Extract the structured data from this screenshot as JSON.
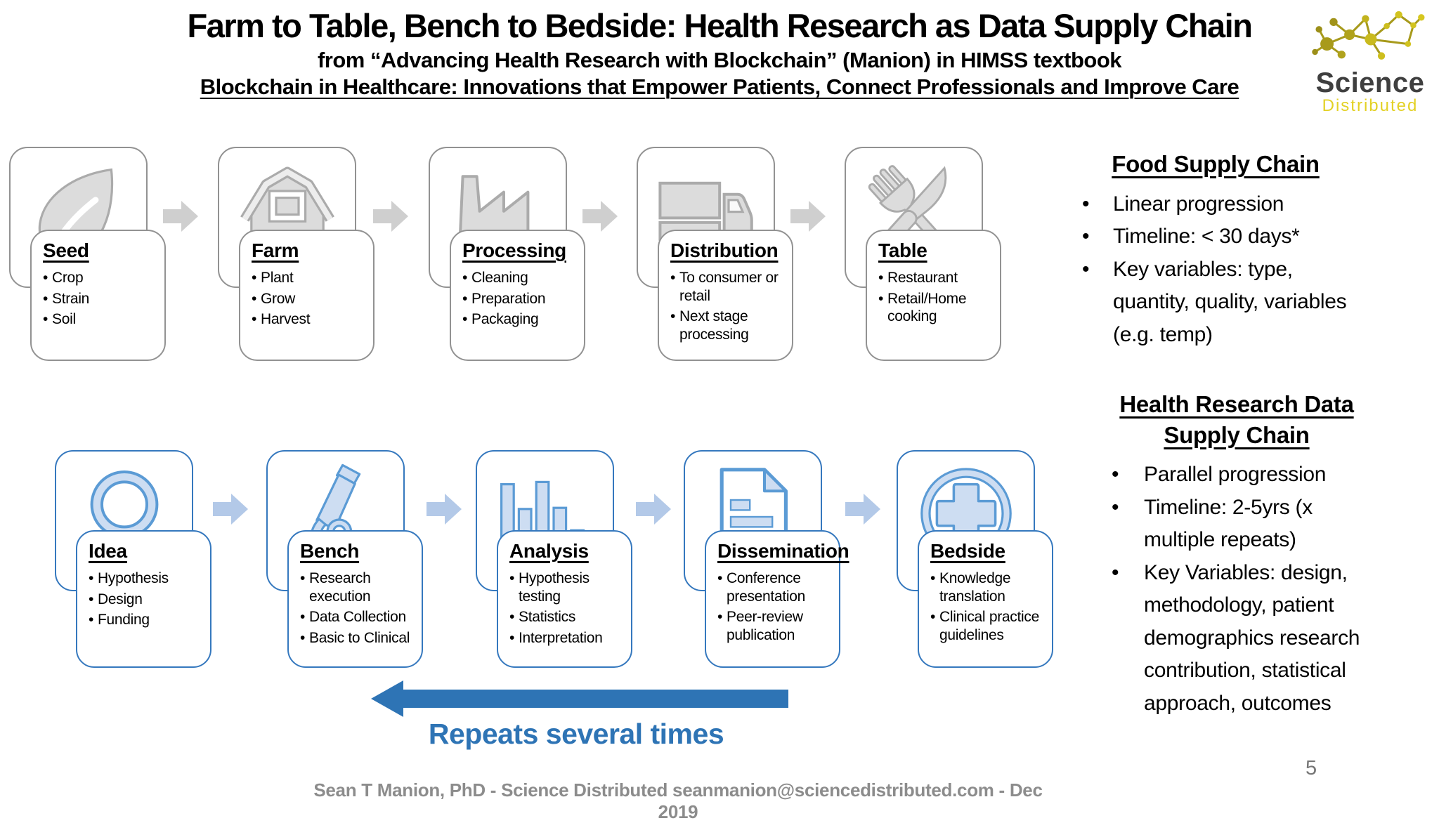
{
  "slide": {
    "title": "Farm to Table, Bench to Bedside: Health Research as Data Supply Chain",
    "subtitle": "from “Advancing Health Research with Blockchain” (Manion) in HIMSS textbook",
    "book_title": "Blockchain in Healthcare: Innovations that Empower Patients, Connect Professionals and Improve Care",
    "footer": "Sean T Manion, PhD - Science Distributed seanmanion@sciencedistributed.com - Dec 2019",
    "page_number": "5"
  },
  "logo": {
    "name": "Science",
    "tagline": "Distributed",
    "icon": "network-molecule-icon"
  },
  "food_chain": {
    "stages": [
      {
        "title": "Seed",
        "icon": "leaf-icon",
        "bullets": [
          "Crop",
          "Strain",
          "Soil"
        ]
      },
      {
        "title": "Farm",
        "icon": "barn-icon",
        "bullets": [
          "Plant",
          "Grow",
          "Harvest"
        ]
      },
      {
        "title": "Processing",
        "icon": "factory-icon",
        "bullets": [
          "Cleaning",
          "Preparation",
          "Packaging"
        ]
      },
      {
        "title": "Distribution",
        "icon": "truck-icon",
        "bullets": [
          "To consumer or retail",
          "Next stage processing"
        ]
      },
      {
        "title": "Table",
        "icon": "fork-knife-icon",
        "bullets": [
          "Restaurant",
          "Retail/Home cooking"
        ]
      }
    ]
  },
  "research_chain": {
    "stages": [
      {
        "title": "Idea",
        "icon": "lightbulb-icon",
        "bullets": [
          "Hypothesis",
          "Design",
          "Funding"
        ]
      },
      {
        "title": "Bench",
        "icon": "microscope-icon",
        "bullets": [
          "Research execution",
          "Data Collection",
          "Basic to Clinical"
        ]
      },
      {
        "title": "Analysis",
        "icon": "bar-chart-icon",
        "bullets": [
          "Hypothesis testing",
          "Statistics",
          "Interpretation"
        ]
      },
      {
        "title": "Dissemination",
        "icon": "document-icon",
        "bullets": [
          "Conference presentation",
          "Peer-review publication"
        ]
      },
      {
        "title": "Bedside",
        "icon": "medical-cross-icon",
        "bullets": [
          "Knowledge translation",
          "Clinical practice guidelines"
        ]
      }
    ]
  },
  "food_panel": {
    "heading": "Food Supply Chain",
    "bullets": [
      "Linear progression",
      "Timeline: < 30 days*",
      "Key variables: type, quantity, quality, variables (e.g. temp)"
    ]
  },
  "research_panel": {
    "heading": "Health Research Data Supply Chain",
    "bullets": [
      "Parallel progression",
      "Timeline: 2-5yrs (x multiple repeats)",
      "Key Variables: design, methodology, patient demographics research contribution, statistical approach, outcomes"
    ]
  },
  "repeat_label": "Repeats several times",
  "colors": {
    "accent_blue": "#2E74B5",
    "blue_border": "#3578BE",
    "blue_icon_stroke": "#5B9BD5",
    "blue_icon_fill": "#CDDDF2",
    "light_blue_arrow": "#B3C9E8",
    "gray_border": "#929292",
    "gray_icon_fill": "#D9D9D9",
    "gray_arrow": "#CFCFCF",
    "footer_gray": "#8C8C8C",
    "logo_yellow": "#D5C41F",
    "logo_dark": "#3F3F3F"
  }
}
